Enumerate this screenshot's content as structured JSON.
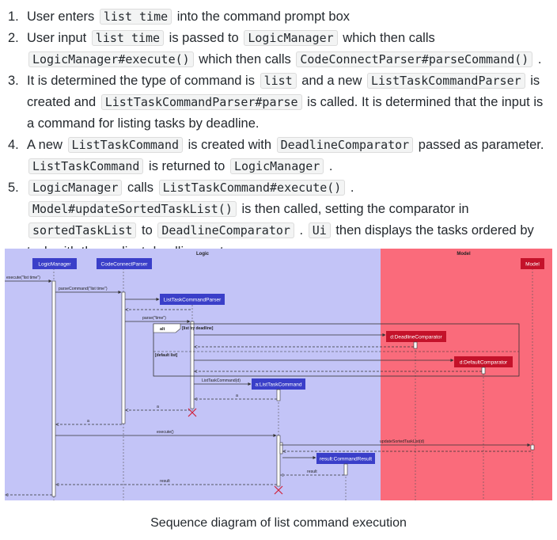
{
  "steps": [
    [
      "User enters ",
      {
        "code": "list time"
      },
      " into the command prompt box"
    ],
    [
      "User input ",
      {
        "code": "list time"
      },
      " is passed to ",
      {
        "code": "LogicManager"
      },
      " which then calls",
      {
        "br": true
      },
      {
        "code": "LogicManager#execute()"
      },
      " which then calls ",
      {
        "code": "CodeConnectParser#parseCommand()"
      },
      " ."
    ],
    [
      "It is determined the type of command is ",
      {
        "code": "list"
      },
      " and a new ",
      {
        "code": "ListTaskCommandParser"
      },
      " is",
      {
        "br": true
      },
      "created and ",
      {
        "code": "ListTaskCommandParser#parse"
      },
      " is called. It is determined that the input is",
      {
        "br": true
      },
      "a command for listing tasks by deadline."
    ],
    [
      "A new ",
      {
        "code": "ListTaskCommand"
      },
      " is created with ",
      {
        "code": "DeadlineComparator"
      },
      " passed as parameter.",
      {
        "br": true
      },
      {
        "code": "ListTaskCommand"
      },
      " is returned to ",
      {
        "code": "LogicManager"
      },
      " ."
    ],
    [
      {
        "code": "LogicManager"
      },
      " calls ",
      {
        "code": "ListTaskCommand#execute()"
      },
      " .",
      {
        "br": true
      },
      {
        "code": "Model#updateSortedTaskList()"
      },
      " is then called, setting the comparator in",
      {
        "br": true
      },
      {
        "code": "sortedTaskList"
      },
      " to ",
      {
        "code": "DeadlineComparator"
      },
      " . ",
      {
        "code": "Ui"
      },
      " then displays the tasks ordered by",
      {
        "br": true
      },
      "task with the earliest deadline on top."
    ]
  ],
  "diagram": {
    "logic_label": "Logic",
    "model_label": "Model",
    "participants": {
      "logic_manager": "LogicManager",
      "code_connect_parser": "CodeConnectParser",
      "list_task_command_parser": "ListTaskCommandParser",
      "deadline_comparator": "d:DeadlineComparator",
      "default_comparator": "d:DefaultComparator",
      "list_task_command": "a:ListTaskCommand",
      "command_result": "result:CommandResult",
      "model": "Model"
    },
    "messages": {
      "execute_in": "execute(\"list time\")",
      "parse_command": "parseCommand(\"list time\")",
      "parse": "parse(\"time\")",
      "alt": "alt",
      "guard_deadline": "[list by deadline]",
      "guard_default": "[default list]",
      "list_task_command_d": "ListTaskCommand(d)",
      "return_a1": "a",
      "return_a2": "a",
      "return_a3": "a",
      "execute": "execute()",
      "update_sorted": "updateSortedTaskList(d)",
      "return_result1": "result",
      "return_result2": "result"
    },
    "colors": {
      "logic_bg": "#c3c4f7",
      "model_bg": "#fa6b7b",
      "logic_box": "#3a3fc9",
      "model_box": "#c4122a"
    }
  },
  "caption": "Sequence diagram of list command execution"
}
